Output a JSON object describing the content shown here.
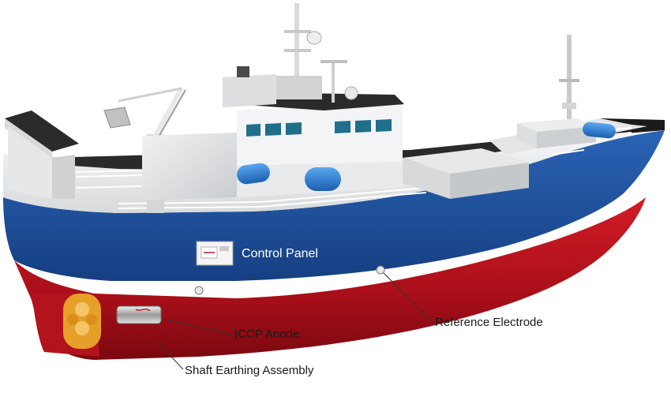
{
  "labels": {
    "control_panel": "Control Panel",
    "iccp_anode": "ICCP Anode",
    "reference_electrode": "Reference Electrode",
    "shaft_earthing": "Shaft Earthing Assembly"
  },
  "colors": {
    "hull_bottom": "#c0141e",
    "hull_band": "#1e56a5",
    "hull_white": "#f2f3f4",
    "deck": "#2a2a2a",
    "superstructure": "#e8e9ea",
    "window": "#1f6f8a",
    "tank": "#2d7fd6"
  },
  "icons": {
    "control_panel": "control-panel-box",
    "iccp_anode": "anode-cylinder",
    "reference_electrode": "electrode-disc",
    "shaft_earthing": "propeller-shaft"
  }
}
